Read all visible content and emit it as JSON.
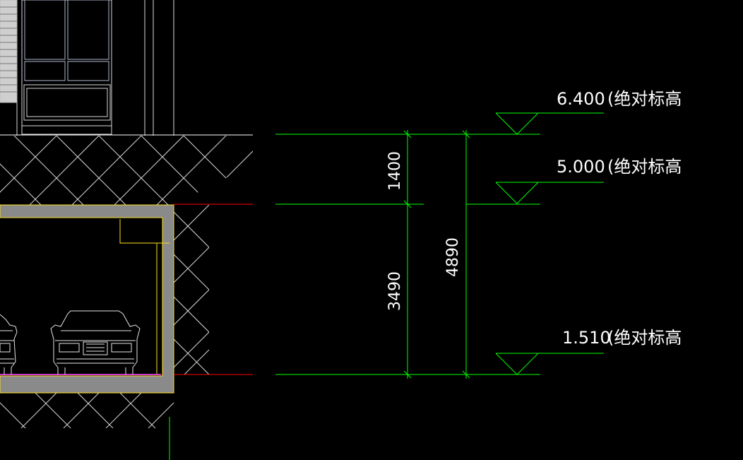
{
  "colors": {
    "background": "#000000",
    "dimension_line": "#00ff00",
    "section_line": "#ff0000",
    "wall_fill": "#8a8a8a",
    "hatch": "#d9d9d9",
    "yellow_line": "#ffe020",
    "magenta_line": "#cc33cc",
    "text": "#ffffff"
  },
  "elevations": [
    {
      "value": "6.400",
      "label": "(绝对标高"
    },
    {
      "value": "5.000",
      "label": "(绝对标高"
    },
    {
      "value": "1.510",
      "label": "(绝对标高"
    }
  ],
  "dimensions": {
    "upper_segment": "1400",
    "lower_segment": "3490",
    "overall": "4890"
  }
}
